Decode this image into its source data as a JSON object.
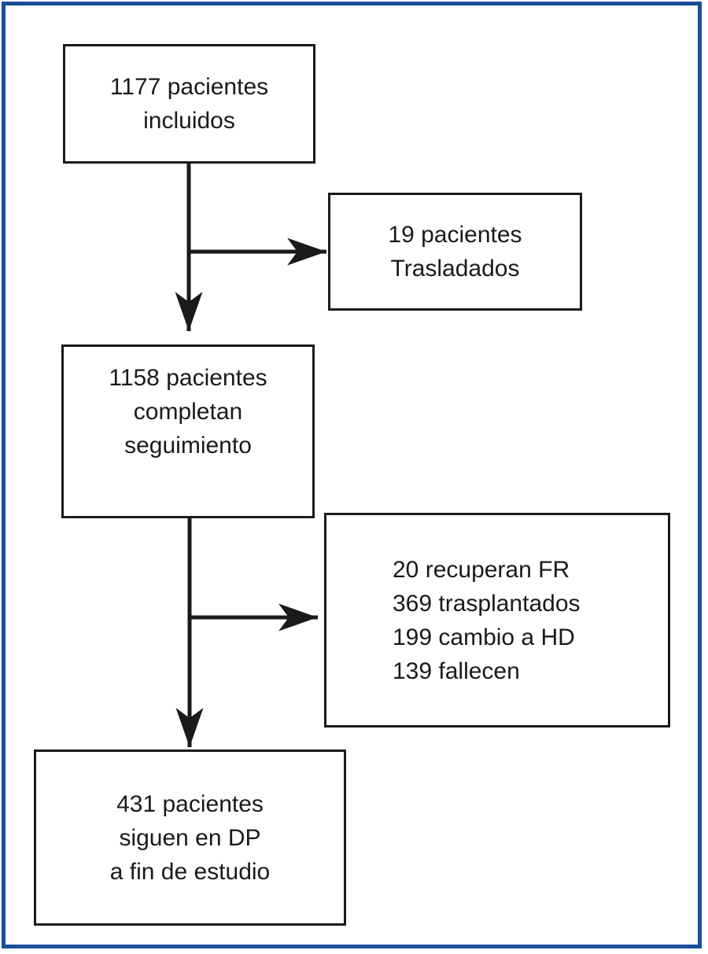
{
  "frame": {
    "border_color": "#1b4e9b"
  },
  "diagram": {
    "type": "flowchart",
    "line_color": "#1a1a1a",
    "boxes": [
      {
        "id": "included",
        "lines": [
          "1177 pacientes",
          "incluidos"
        ]
      },
      {
        "id": "transferred",
        "lines": [
          "19 pacientes",
          "Trasladados"
        ]
      },
      {
        "id": "completed",
        "lines": [
          "1158 pacientes",
          "completan",
          "seguimiento"
        ]
      },
      {
        "id": "outcomes",
        "lines": [
          "20 recuperan FR",
          "369 trasplantados",
          "199 cambio a HD",
          "139 fallecen"
        ]
      },
      {
        "id": "remaining",
        "lines": [
          "431 pacientes",
          "siguen en DP",
          "a fin de estudio"
        ]
      }
    ],
    "connections": [
      {
        "from": "included",
        "to": "completed",
        "type": "arrow-down"
      },
      {
        "from": "included",
        "to": "transferred",
        "type": "arrow-right-branch"
      },
      {
        "from": "completed",
        "to": "remaining",
        "type": "arrow-down"
      },
      {
        "from": "completed",
        "to": "outcomes",
        "type": "arrow-right-branch"
      }
    ]
  }
}
